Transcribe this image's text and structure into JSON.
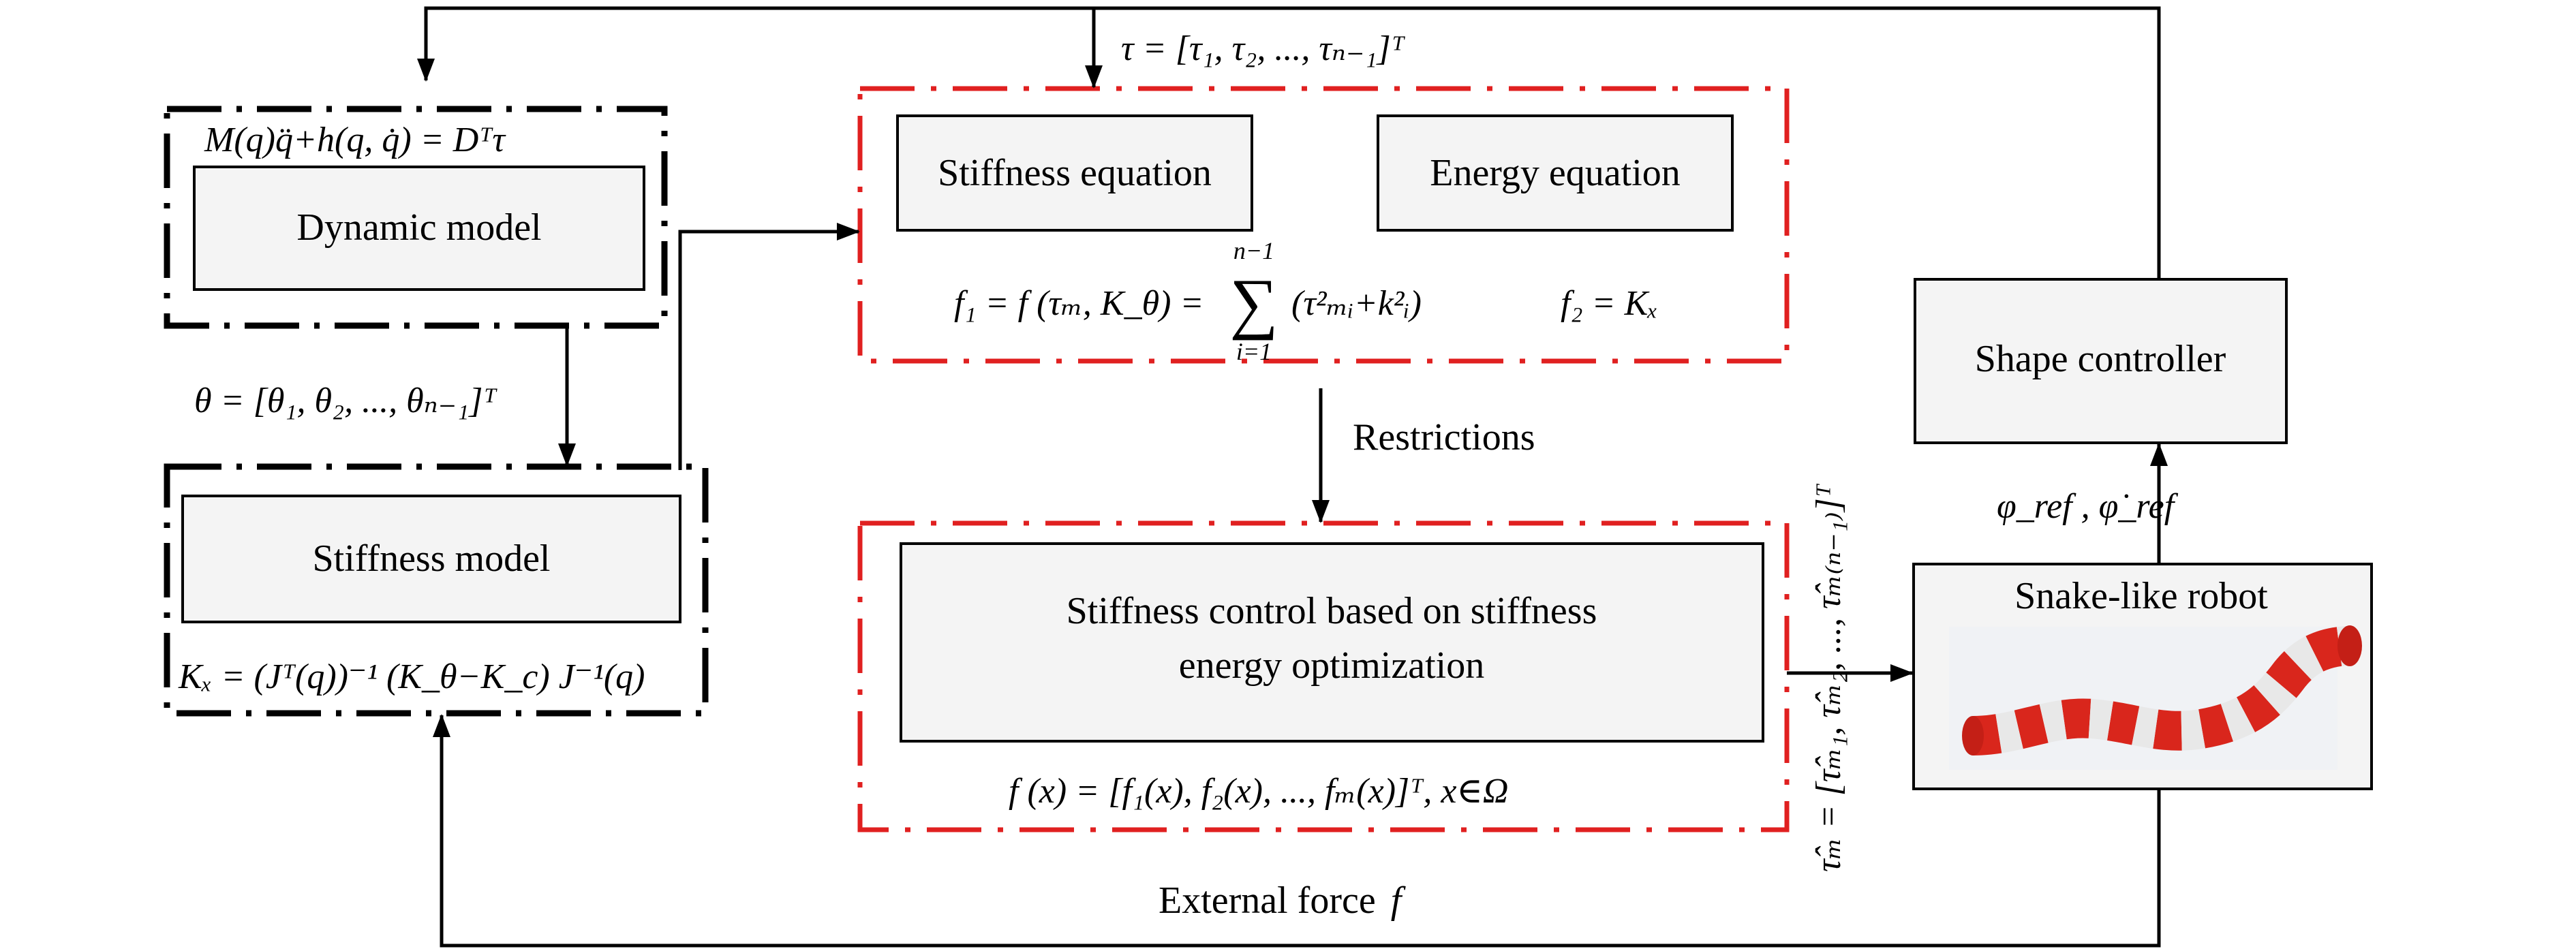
{
  "top_feedback": {
    "tau_eq": "τ = [τ₁, τ₂, ..., τₙ₋₁]ᵀ"
  },
  "dynamic": {
    "equation": "M(q)q̈+h(q, q̇) = Dᵀτ",
    "box_label": "Dynamic model"
  },
  "theta_eq": "θ = [θ₁, θ₂, ...,  θₙ₋₁]ᵀ",
  "stiffness_model": {
    "box_label": "Stiffness model",
    "equation": "Kₓ = (Jᵀ(q))⁻¹ (K_θ−K_c) J⁻¹(q)"
  },
  "objectives": {
    "stiffness_eq_label": "Stiffness equation",
    "energy_eq_label": "Energy equation",
    "f1_lhs": "f₁ = f (τₘ, K_θ) =",
    "f1_sum_top": "n−1",
    "f1_sum_sym": "∑",
    "f1_sum_bot": "i=1",
    "f1_rhs": "(τ²ₘᵢ+k²ᵢ)",
    "f2": "f₂ = Kₓ"
  },
  "restrictions_label": "Restrictions",
  "optimization": {
    "line1": "Stiffness control based on stiffness",
    "line2": "energy optimization",
    "fx": "f (x) = [f₁(x), f₂(x), ..., fₘ(x)]ᵀ, x∈Ω"
  },
  "tau_hat": "τ̂ₘ = [τ̂ₘ₁, τ̂ₘ₂, ..., τ̂ₘ₍ₙ₋₁₎]ᵀ",
  "external_force_label": "External force",
  "external_force_symbol": "f",
  "robot": {
    "label": "Snake-like robot"
  },
  "controller": {
    "label": "Shape controller"
  },
  "phi_ref": "φ_ref , φ̇_ref",
  "colors": {
    "red_dash": "#e02020",
    "box_fill": "#f4f4f4",
    "robot_red": "#d9261c",
    "robot_white": "#e8e8e8"
  }
}
